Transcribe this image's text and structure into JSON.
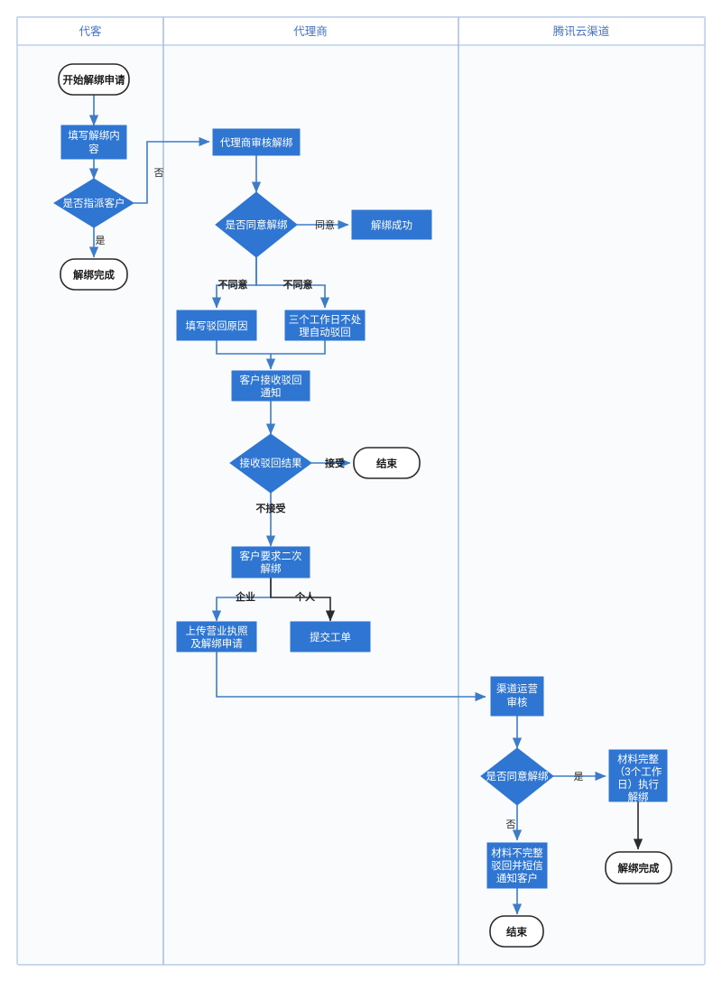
{
  "diagram": {
    "type": "swimlane-flowchart",
    "background": "#ffffff",
    "colors": {
      "process_fill": "#2f76d2",
      "decision_fill": "#2f76d2",
      "terminal_fill": "#ffffff",
      "terminal_stroke": "#2b2b2b",
      "line": "#3d7cc9",
      "line_dark": "#2b2b2b",
      "lane_border": "#b9cdea",
      "lane_header_text": "#4573c4",
      "lane_body": "#fafbfc"
    },
    "lanes": [
      {
        "id": "lane-customer",
        "label": "代客"
      },
      {
        "id": "lane-agent",
        "label": "代理商"
      },
      {
        "id": "lane-tencent",
        "label": "腾讯云渠道"
      }
    ],
    "nodes": [
      {
        "id": "n1",
        "lane": "lane-customer",
        "shape": "terminal",
        "lines": [
          "开始解绑申请"
        ]
      },
      {
        "id": "n2",
        "lane": "lane-customer",
        "shape": "process",
        "lines": [
          "填写解绑内",
          "容"
        ]
      },
      {
        "id": "n3",
        "lane": "lane-customer",
        "shape": "decision",
        "lines": [
          "是否指派客户"
        ]
      },
      {
        "id": "n4",
        "lane": "lane-customer",
        "shape": "terminal",
        "lines": [
          "解绑完成"
        ]
      },
      {
        "id": "n5",
        "lane": "lane-agent",
        "shape": "process",
        "lines": [
          "代理商审核解绑"
        ]
      },
      {
        "id": "n6",
        "lane": "lane-agent",
        "shape": "decision",
        "lines": [
          "是否同意解绑"
        ]
      },
      {
        "id": "n7",
        "lane": "lane-agent",
        "shape": "process",
        "lines": [
          "解绑成功"
        ]
      },
      {
        "id": "n8",
        "lane": "lane-agent",
        "shape": "process",
        "lines": [
          "填写驳回原因"
        ]
      },
      {
        "id": "n9",
        "lane": "lane-agent",
        "shape": "process",
        "lines": [
          "三个工作日不处",
          "理自动驳回"
        ]
      },
      {
        "id": "n10",
        "lane": "lane-agent",
        "shape": "process",
        "lines": [
          "客户接收驳回",
          "通知"
        ]
      },
      {
        "id": "n11",
        "lane": "lane-agent",
        "shape": "decision",
        "lines": [
          "接收驳回结果"
        ]
      },
      {
        "id": "n12",
        "lane": "lane-agent",
        "shape": "terminal",
        "lines": [
          "结束"
        ]
      },
      {
        "id": "n13",
        "lane": "lane-agent",
        "shape": "process",
        "lines": [
          "客户要求二次",
          "解绑"
        ]
      },
      {
        "id": "n14",
        "lane": "lane-agent",
        "shape": "process",
        "lines": [
          "上传营业执照",
          "及解绑申请"
        ]
      },
      {
        "id": "n15",
        "lane": "lane-agent",
        "shape": "process",
        "lines": [
          "提交工单"
        ]
      },
      {
        "id": "n16",
        "lane": "lane-tencent",
        "shape": "process",
        "lines": [
          "渠道运营",
          "审核"
        ]
      },
      {
        "id": "n17",
        "lane": "lane-tencent",
        "shape": "decision",
        "lines": [
          "是否同意解绑"
        ]
      },
      {
        "id": "n18",
        "lane": "lane-tencent",
        "shape": "process",
        "lines": [
          "材料完整",
          "（3个工作",
          "日）执行",
          "解绑"
        ]
      },
      {
        "id": "n19",
        "lane": "lane-tencent",
        "shape": "process",
        "lines": [
          "材料不完整",
          "驳回并短信",
          "通知客户"
        ]
      },
      {
        "id": "n20",
        "lane": "lane-tencent",
        "shape": "terminal",
        "lines": [
          "结束"
        ]
      },
      {
        "id": "n21",
        "lane": "lane-tencent",
        "shape": "terminal",
        "lines": [
          "解绑完成"
        ]
      }
    ],
    "edge_labels": [
      {
        "id": "e1",
        "text": "否",
        "from": "n3",
        "to": "n5"
      },
      {
        "id": "e2",
        "text": "是",
        "from": "n3",
        "to": "n4"
      },
      {
        "id": "e3",
        "text": "同意",
        "from": "n6",
        "to": "n7"
      },
      {
        "id": "e4",
        "text": "不同意",
        "from": "n6",
        "to": "n8"
      },
      {
        "id": "e5",
        "text": "不同意",
        "from": "n6",
        "to": "n9"
      },
      {
        "id": "e6",
        "text": "接受",
        "from": "n11",
        "to": "n12"
      },
      {
        "id": "e7",
        "text": "不接受",
        "from": "n11",
        "to": "n13"
      },
      {
        "id": "e8",
        "text": "企业",
        "from": "n13",
        "to": "n14"
      },
      {
        "id": "e9",
        "text": "个人",
        "from": "n13",
        "to": "n15"
      },
      {
        "id": "e10",
        "text": "是",
        "from": "n17",
        "to": "n18"
      },
      {
        "id": "e11",
        "text": "否",
        "from": "n17",
        "to": "n19"
      }
    ]
  }
}
